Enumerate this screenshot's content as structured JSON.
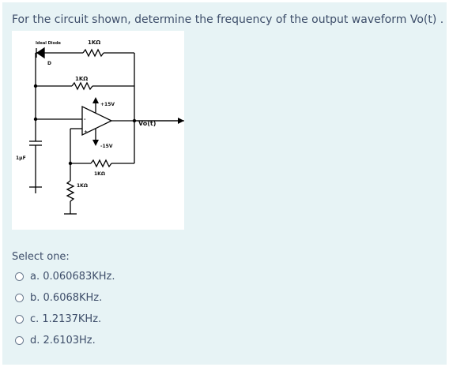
{
  "question": {
    "text": "For the circuit shown, determine the frequency of the output waveform Vo(t) ."
  },
  "circuit": {
    "labels": {
      "ideal_diode": "Ideal Diode",
      "r_diode": "1KΩ",
      "diode_ref": "D",
      "r_feedback": "1KΩ",
      "vplus": "+15V",
      "vminus": "-15V",
      "vout": "Vo(t)",
      "capacitor": "1μF",
      "r_divider_top": "1KΩ",
      "r_divider_bottom": "1KΩ",
      "plus_sign": "+",
      "minus_sign": "-"
    }
  },
  "answer": {
    "prompt": "Select one:",
    "options": [
      {
        "label": "a. 0.060683KHz."
      },
      {
        "label": "b. 0.6068KHz."
      },
      {
        "label": "c. 1.2137KHz."
      },
      {
        "label": "d. 2.6103Hz."
      }
    ]
  }
}
